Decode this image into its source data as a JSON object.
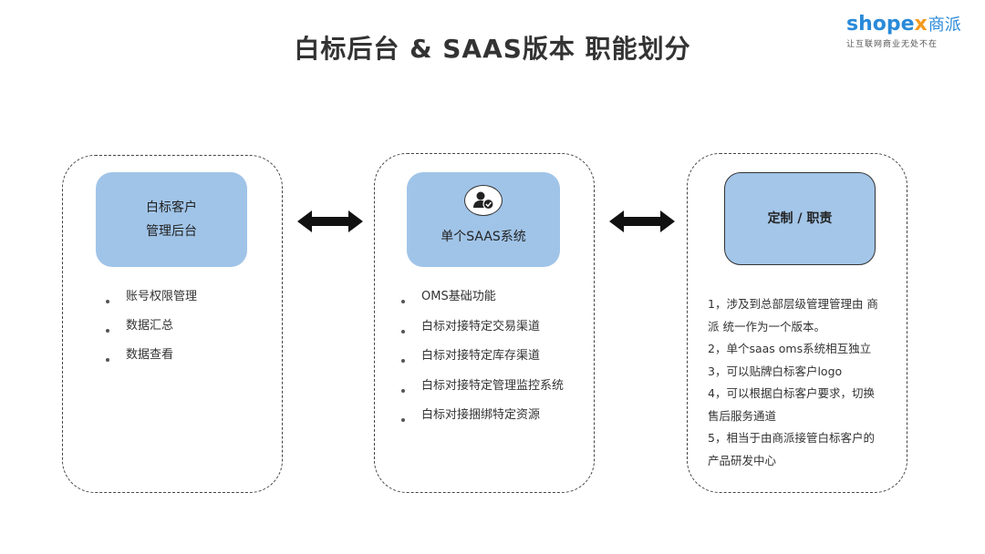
{
  "title": "白标后台 & SAAS版本 职能划分",
  "logo": {
    "brand_prefix": "shope",
    "brand_x": "x",
    "brand_cn": "商派",
    "tagline": "让互联网商业无处不在"
  },
  "panels": [
    {
      "card_lines": [
        "白标客户",
        "管理后台"
      ],
      "items": [
        "账号权限管理",
        "数据汇总",
        "数据查看"
      ]
    },
    {
      "card_icon": "user-check-icon",
      "card_label": "单个SAAS系统",
      "items": [
        "OMS基础功能",
        "白标对接特定交易渠道",
        "白标对接特定库存渠道",
        "白标对接特定管理监控系统",
        "白标对接捆绑特定资源"
      ]
    },
    {
      "card_label": "定制 / 职责",
      "notes": [
        "1，涉及到总部层级管理管理由 商",
        "派 统一作为一个版本。",
        "2，单个saas oms系统相互独立",
        "3，可以贴牌白标客户logo",
        "4，可以根据白标客户要求，切换",
        "售后服务通道",
        "5，相当于由商派接管白标客户的",
        "产品研发中心"
      ]
    }
  ],
  "arrows": [
    "double-arrow-icon",
    "double-arrow-icon"
  ],
  "colors": {
    "card_fill": "#a0c4e8",
    "logo_blue": "#2a8ad9",
    "logo_orange": "#f39a1e"
  }
}
